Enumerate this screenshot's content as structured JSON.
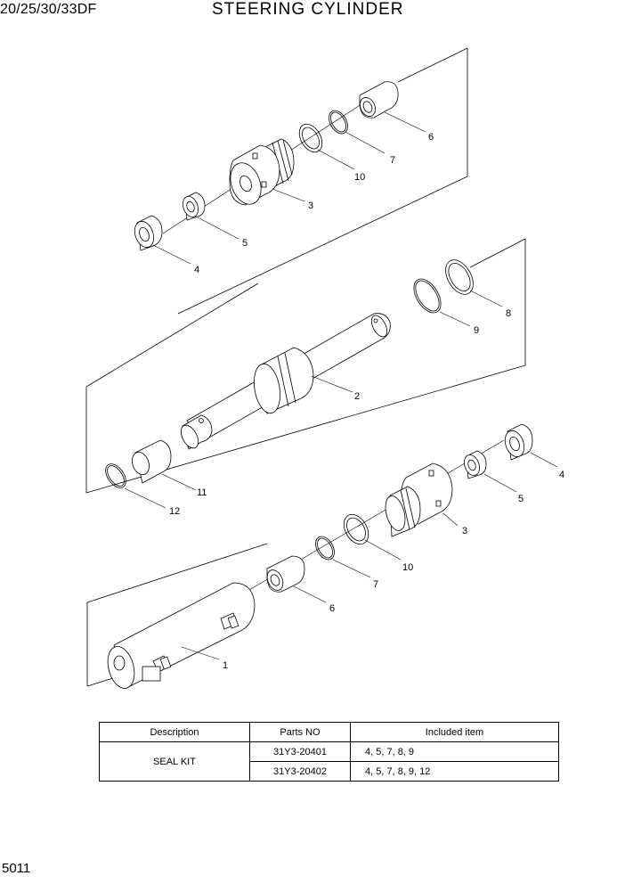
{
  "header": {
    "model": "20/25/30/33DF",
    "title": "STEERING CYLINDER"
  },
  "diagram": {
    "callouts": [
      "1",
      "2",
      "3",
      "4",
      "5",
      "6",
      "7",
      "8",
      "9",
      "10",
      "11",
      "12",
      "3",
      "4",
      "5",
      "6",
      "7",
      "10"
    ]
  },
  "kit_table": {
    "headers": [
      "Description",
      "Parts NO",
      "Included item"
    ],
    "description": "SEAL KIT",
    "rows": [
      {
        "part_no": "31Y3-20401",
        "items": "4, 5, 7, 8, 9"
      },
      {
        "part_no": "31Y3-20402",
        "items": "4, 5, 7, 8, 9, 12"
      }
    ]
  },
  "footer": {
    "page": "5011"
  }
}
